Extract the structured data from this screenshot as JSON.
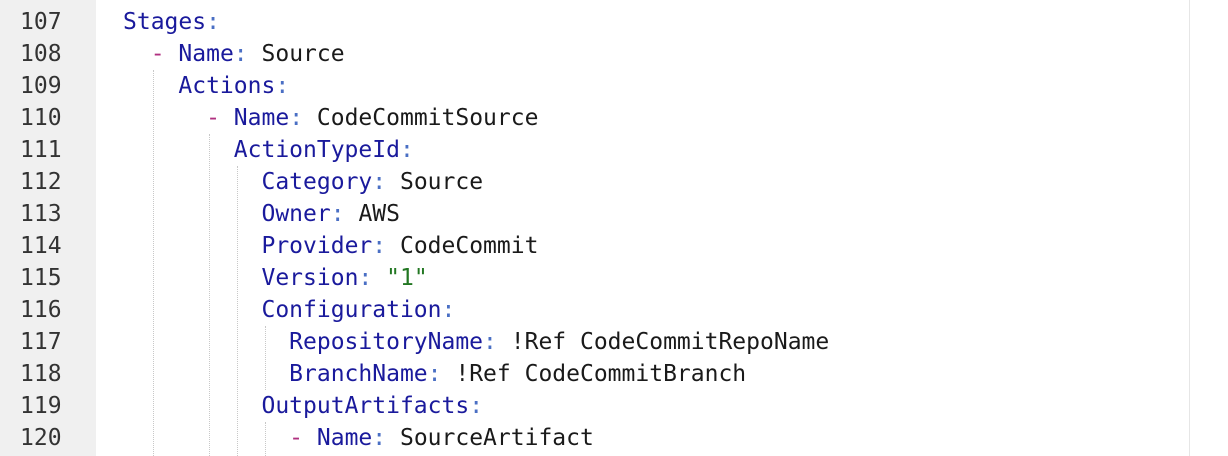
{
  "editor": {
    "line_numbers": [
      "107",
      "108",
      "109",
      "110",
      "111",
      "112",
      "113",
      "114",
      "115",
      "116",
      "117",
      "118",
      "119",
      "120"
    ],
    "lines": [
      {
        "indent": "",
        "dash": "",
        "key": "Stages",
        "colon": ":",
        "value": "",
        "string": ""
      },
      {
        "indent": "  ",
        "dash": "- ",
        "key": "Name",
        "colon": ":",
        "value": " Source",
        "string": ""
      },
      {
        "indent": "    ",
        "dash": "",
        "key": "Actions",
        "colon": ":",
        "value": "",
        "string": ""
      },
      {
        "indent": "      ",
        "dash": "- ",
        "key": "Name",
        "colon": ":",
        "value": " CodeCommitSource",
        "string": ""
      },
      {
        "indent": "        ",
        "dash": "",
        "key": "ActionTypeId",
        "colon": ":",
        "value": "",
        "string": ""
      },
      {
        "indent": "          ",
        "dash": "",
        "key": "Category",
        "colon": ":",
        "value": " Source",
        "string": ""
      },
      {
        "indent": "          ",
        "dash": "",
        "key": "Owner",
        "colon": ":",
        "value": " AWS",
        "string": ""
      },
      {
        "indent": "          ",
        "dash": "",
        "key": "Provider",
        "colon": ":",
        "value": " CodeCommit",
        "string": ""
      },
      {
        "indent": "          ",
        "dash": "",
        "key": "Version",
        "colon": ":",
        "value": " ",
        "string": "\"1\""
      },
      {
        "indent": "          ",
        "dash": "",
        "key": "Configuration",
        "colon": ":",
        "value": "",
        "string": ""
      },
      {
        "indent": "            ",
        "dash": "",
        "key": "RepositoryName",
        "colon": ":",
        "value": " !Ref CodeCommitRepoName",
        "string": ""
      },
      {
        "indent": "            ",
        "dash": "",
        "key": "BranchName",
        "colon": ":",
        "value": " !Ref CodeCommitBranch",
        "string": ""
      },
      {
        "indent": "          ",
        "dash": "",
        "key": "OutputArtifacts",
        "colon": ":",
        "value": "",
        "string": ""
      },
      {
        "indent": "            ",
        "dash": "- ",
        "key": "Name",
        "colon": ":",
        "value": " SourceArtifact",
        "string": ""
      }
    ]
  },
  "colors": {
    "key": "#1a1a9c",
    "punct": "#4a6fc4",
    "dash": "#b03080",
    "string": "#227722",
    "gutter_bg": "#f0f0f0"
  }
}
